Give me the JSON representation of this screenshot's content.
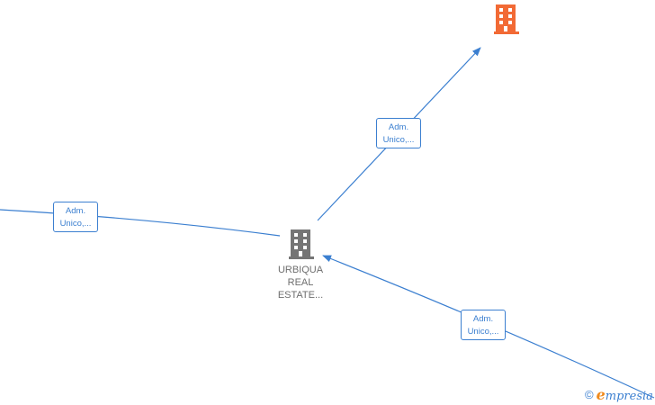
{
  "nodes": {
    "center": {
      "label_lines": [
        "URBIQUA",
        "REAL",
        "ESTATE..."
      ],
      "color": "#757575",
      "icon": "building-icon"
    },
    "top_right": {
      "color": "#f26a35",
      "icon": "building-icon"
    }
  },
  "edges": {
    "top": {
      "lines": [
        "Adm.",
        "Unico,..."
      ]
    },
    "left": {
      "lines": [
        "Adm.",
        "Unico,..."
      ]
    },
    "bottom_right": {
      "lines": [
        "Adm.",
        "Unico,..."
      ]
    }
  },
  "watermark": {
    "symbol": "©",
    "brand_initial": "e",
    "brand_rest": "mpresia"
  },
  "colors": {
    "edge": "#3b7fd0",
    "brand_accent": "#f08a1c"
  }
}
